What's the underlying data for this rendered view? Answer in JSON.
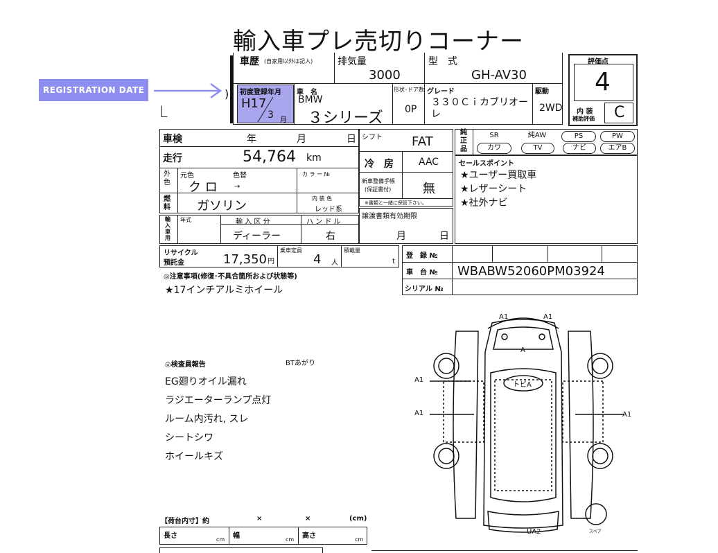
{
  "header": {
    "title": "輸入車プレ売切りコーナー"
  },
  "annotation": {
    "label": "REGISTRATION DATE"
  },
  "history": {
    "label": "車歴",
    "label_note": "(自家用以外は記入)",
    "displacement_label": "排気量",
    "displacement": "3000",
    "model_label": "型　式",
    "model_code": "GH-AV30"
  },
  "registration": {
    "label": "初度登録年月",
    "era": "H17",
    "month": "3",
    "month_unit": "月"
  },
  "car": {
    "name_label": "車　名",
    "brand": "BMW",
    "series": "３シリーズ",
    "body_label": "形状･ドア数",
    "body_value": "0P",
    "grade_label": "グレード",
    "grade": "３３０Ｃｉカブリオーレ",
    "drive_label": "駆動",
    "drive": "2WD"
  },
  "score": {
    "label": "評価点",
    "value": "4",
    "interior_label": "内 装",
    "interior_sub": "補助評価",
    "interior_value": "C"
  },
  "side_mark": "L",
  "inspection": {
    "label": "車検",
    "year": "年",
    "month": "月",
    "day": "日"
  },
  "mileage": {
    "label": "走行",
    "value": "54,764",
    "unit": "km"
  },
  "color": {
    "outer_label": "外色",
    "original_label": "元色",
    "changed_label": "色替",
    "code_label": "カ ラ ー №",
    "value": "ク ロ",
    "arrow": "→"
  },
  "fuel": {
    "label": "燃料",
    "value": "ガソリン",
    "interior_color_label": "内 装 色",
    "interior_color": "レッド系"
  },
  "import": {
    "label": "輸入車用",
    "year_label": "年式",
    "type_label": "輸 入 区 分",
    "type_value": "ディーラー",
    "handle_label": "ハ ン ド ル",
    "handle_value": "右"
  },
  "shift": {
    "label": "シフト",
    "value": "FAT"
  },
  "ac": {
    "label": "冷　房",
    "value": "AAC"
  },
  "manual": {
    "label": "新車整備手帳",
    "label2": "(保証書付)",
    "value": "無",
    "note": "※書類と一緒に保管下さい。"
  },
  "transfer": {
    "label": "譲渡書類有効期限",
    "month": "月",
    "day": "日"
  },
  "equipment": {
    "label": "純正品",
    "items": [
      "SR",
      "純AW",
      "PS",
      "PW",
      "カワ",
      "TV",
      "ナビ",
      "エアB"
    ]
  },
  "sales_points": {
    "label": "セールスポイント",
    "items": [
      "★ユーザー買取車",
      "★レザーシート",
      "★社外ナビ"
    ]
  },
  "recycle": {
    "label": "リサイクル",
    "label2": "預託金",
    "value": "17,350",
    "unit": "円",
    "capacity_label": "乗車定員",
    "capacity": "4",
    "capacity_unit": "人",
    "load_label": "積載量",
    "load_unit": "t"
  },
  "ids": {
    "reg_label": "登　録 №",
    "chassis_label": "車　台 №",
    "chassis": "WBABW52060PM03924",
    "serial_label": "シリアル №"
  },
  "notes": {
    "label": "◎注意事項(修復･不具合箇所および状態等)",
    "items": [
      "★17インチアルミホイール"
    ]
  },
  "inspector": {
    "label": "◎検査員報告",
    "tag": "BTあがり",
    "items": [
      "EG廻りオイル漏れ",
      "ラジエーターランプ点灯",
      "ルーム内汚れ, スレ",
      "シートシワ",
      "ホイールキズ"
    ]
  },
  "cargo": {
    "label": "【荷台内寸】約",
    "x1": "×",
    "x2": "×",
    "unit": "(cm)",
    "length_label": "長さ",
    "width_label": "幅",
    "height_label": "高さ",
    "cm": "cm"
  },
  "diagram": {
    "marks": [
      "A1",
      "A1",
      "A",
      "トビA",
      "A1",
      "A1",
      "A1",
      "UA2"
    ],
    "spare_label": "スペア"
  }
}
